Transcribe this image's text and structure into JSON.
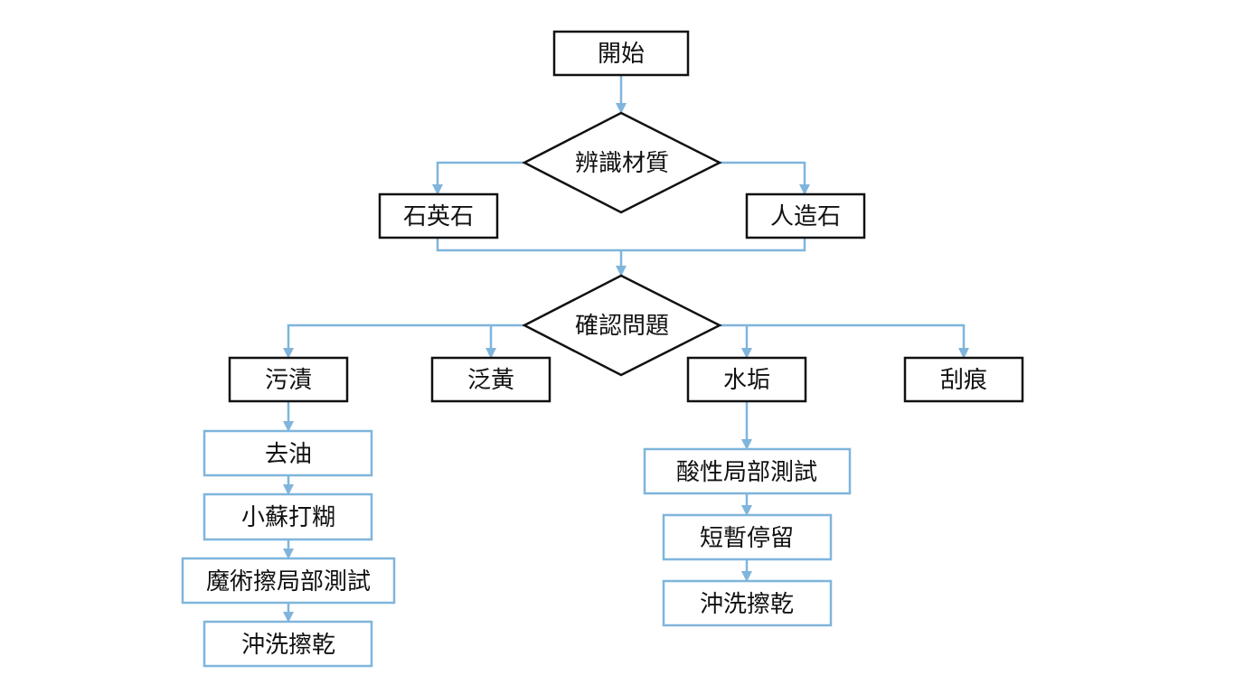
{
  "nodes": {
    "start": "開始",
    "identify_material": "辨識材質",
    "quartz": "石英石",
    "artificial_stone": "人造石",
    "confirm_problem": "確認問題",
    "stain": "污漬",
    "yellowing": "泛黃",
    "water_scale": "水垢",
    "scratch": "刮痕",
    "degrease": "去油",
    "baking_soda_paste": "小蘇打糊",
    "magic_eraser_spot_test": "魔術擦局部測試",
    "rinse_dry_left": "沖洗擦乾",
    "acid_spot_test": "酸性局部測試",
    "brief_dwell": "短暫停留",
    "rinse_dry_right": "沖洗擦乾"
  },
  "colors": {
    "decision_border": "#111111",
    "process_border_black": "#111111",
    "process_border_blue": "#7fb5dc",
    "connector": "#7fb5dc"
  }
}
